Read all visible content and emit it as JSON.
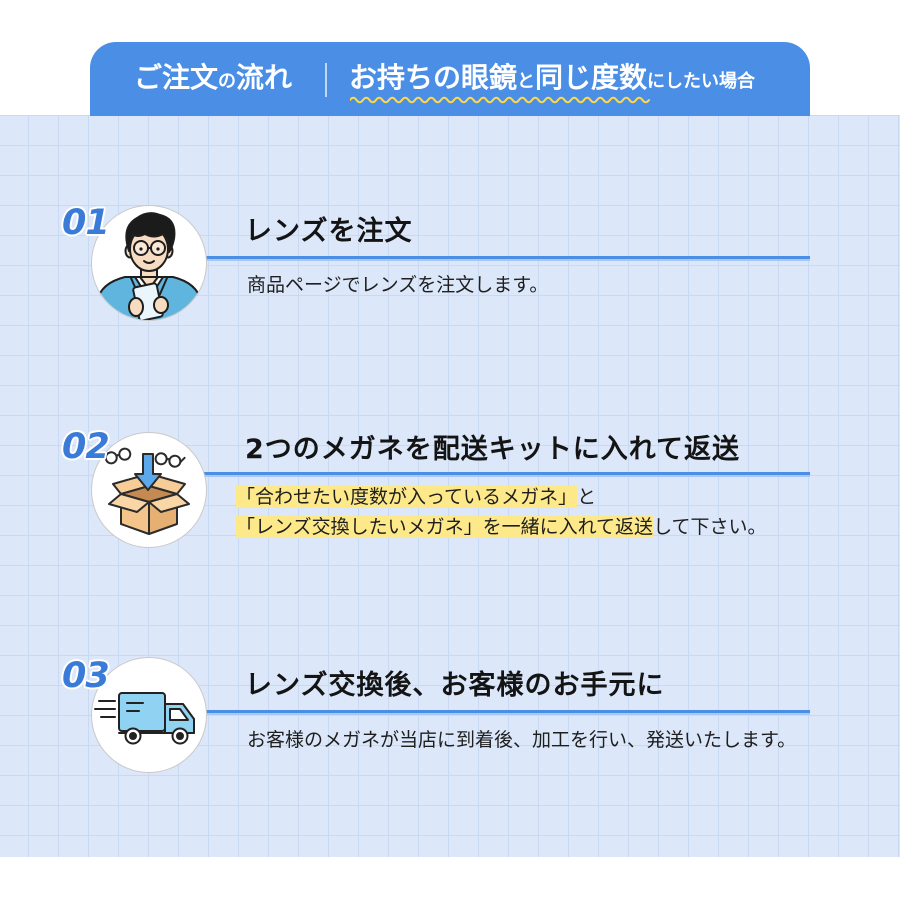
{
  "header": {
    "left": {
      "part1": "ご注文",
      "part2": "の",
      "part3": "流れ"
    },
    "right": {
      "part1": "お持ちの眼鏡",
      "part2": "と",
      "part3": "同じ度数",
      "part4": "にしたい場合"
    }
  },
  "steps": [
    {
      "number": "01",
      "title": "レンズを注文",
      "description": "商品ページでレンズを注文します。",
      "illustration": "person-with-phone-icon"
    },
    {
      "number": "02",
      "title": "2つのメガネを配送キットに入れて返送",
      "description": {
        "line1_highlight": "「合わせたい度数が入っているメガネ」",
        "line1_plain": "と",
        "line2_highlight": "「レンズ交換したいメガネ」を一緒に入れて返送",
        "line2_plain": "して下さい。"
      },
      "illustration": "glasses-into-box-icon"
    },
    {
      "number": "03",
      "title": "レンズ交換後、お客様のお手元に",
      "description": "お客様のメガネが当店に到着後、加工を行い、発送いたします。",
      "illustration": "delivery-truck-icon"
    }
  ],
  "colors": {
    "accent": "#4a8ee6",
    "number": "#3a7bd8",
    "highlight": "#fde98a",
    "wave": "#ffd84a",
    "grid-bg": "#dce8fa",
    "grid-line": "#c8d9f1"
  }
}
